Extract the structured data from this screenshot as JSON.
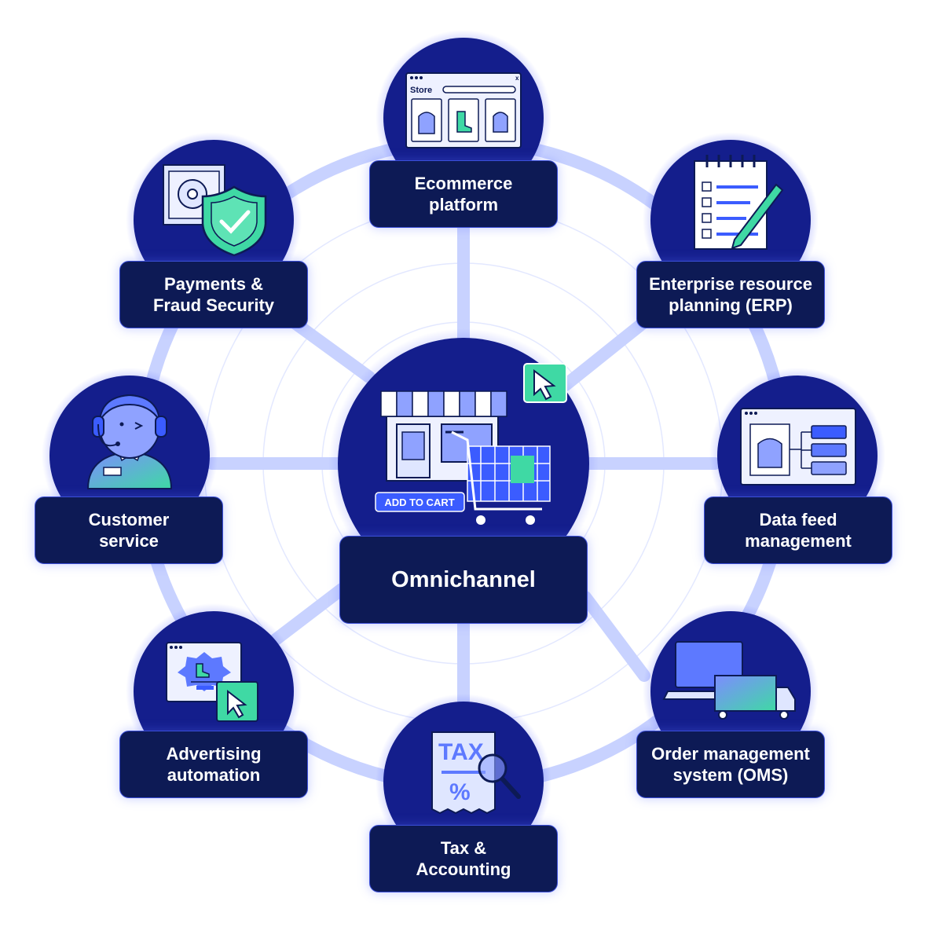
{
  "center": {
    "label": "Omnichannel",
    "add_to_cart": "ADD TO CART"
  },
  "nodes": [
    {
      "id": "ecommerce",
      "lines": [
        "Ecommerce",
        "platform"
      ],
      "store_label": "Store"
    },
    {
      "id": "erp",
      "lines": [
        "Enterprise resource",
        "planning (ERP)"
      ]
    },
    {
      "id": "datafeed",
      "lines": [
        "Data feed",
        "management"
      ]
    },
    {
      "id": "oms",
      "lines": [
        "Order management",
        "system (OMS)"
      ]
    },
    {
      "id": "tax",
      "lines": [
        "Tax &",
        "Accounting"
      ],
      "tax_text": "TAX",
      "percent_text": "%"
    },
    {
      "id": "advertising",
      "lines": [
        "Advertising",
        "automation"
      ]
    },
    {
      "id": "customer",
      "lines": [
        "Customer",
        "service"
      ]
    },
    {
      "id": "payments",
      "lines": [
        "Payments &",
        "Fraud Security"
      ]
    }
  ],
  "colors": {
    "navy": "#0d1a55",
    "circle": "#141e8c",
    "ring": "#c8d2ff",
    "accent_green": "#3fd9a4",
    "accent_blue": "#3b5cff",
    "light_blue": "#dfe6ff"
  }
}
